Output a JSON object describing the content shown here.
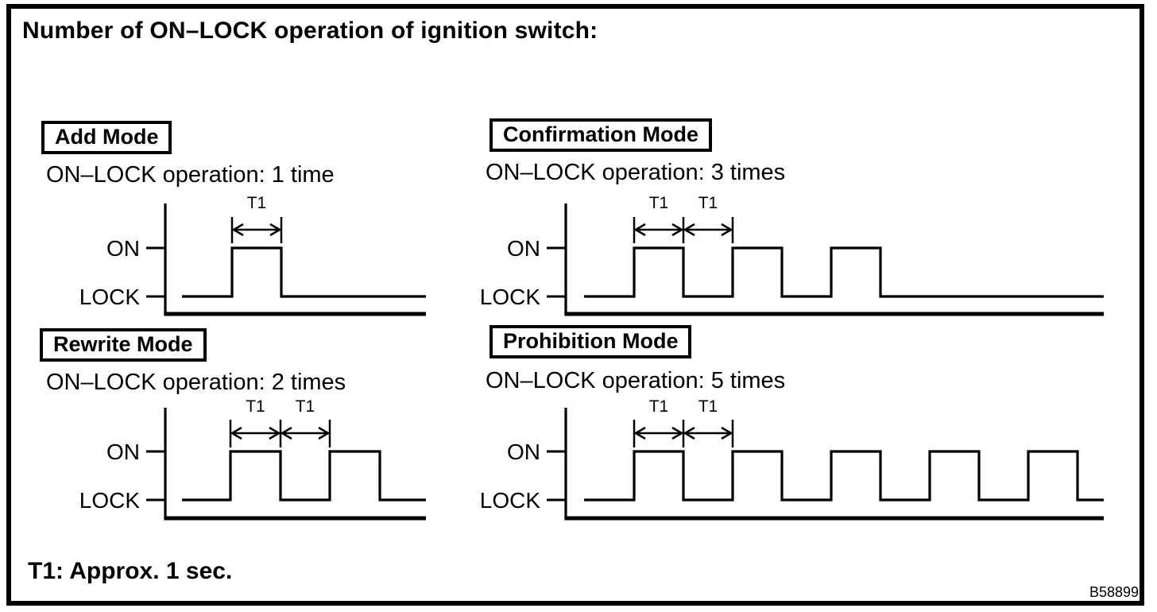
{
  "colors": {
    "ink": "#000000",
    "paper": "#ffffff"
  },
  "title": "Number of ON–LOCK operation of ignition switch:",
  "axis_labels": {
    "on": "ON",
    "lock": "LOCK"
  },
  "t1_label": "T1",
  "footer": {
    "note": "T1: Approx. 1 sec.",
    "figure_code": "B58899"
  },
  "diagrams": [
    {
      "id": "add",
      "mode_label": "Add Mode",
      "operation_text": "ON–LOCK operation: 1 time",
      "on_lock_operations": 1,
      "pulse_count": 1,
      "t1_annotation_count": 1,
      "signal_levels": [
        "ON",
        "LOCK"
      ]
    },
    {
      "id": "confirmation",
      "mode_label": "Confirmation Mode",
      "operation_text": "ON–LOCK operation: 3 times",
      "on_lock_operations": 3,
      "pulse_count": 3,
      "t1_annotation_count": 2,
      "signal_levels": [
        "ON",
        "LOCK"
      ]
    },
    {
      "id": "rewrite",
      "mode_label": "Rewrite Mode",
      "operation_text": "ON–LOCK operation: 2 times",
      "on_lock_operations": 2,
      "pulse_count": 2,
      "t1_annotation_count": 2,
      "signal_levels": [
        "ON",
        "LOCK"
      ]
    },
    {
      "id": "prohibition",
      "mode_label": "Prohibition Mode",
      "operation_text": "ON–LOCK operation: 5 times",
      "on_lock_operations": 5,
      "pulse_count": 5,
      "t1_annotation_count": 2,
      "signal_levels": [
        "ON",
        "LOCK"
      ]
    }
  ],
  "t1_duration_note": "Approx. 1 sec."
}
